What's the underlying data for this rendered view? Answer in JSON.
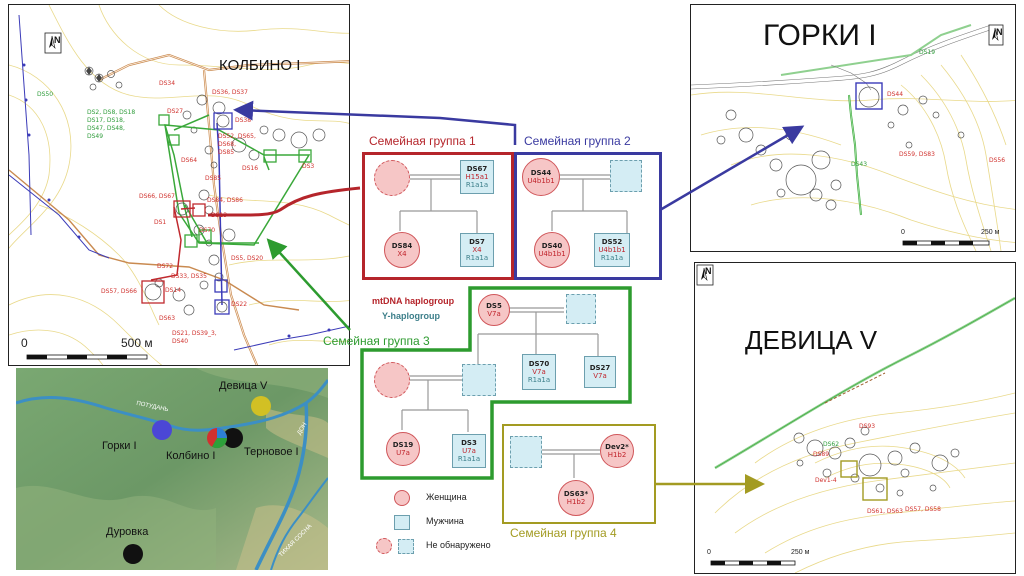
{
  "maps": {
    "kolbino": {
      "title": "КОЛБИНО I",
      "north": "N",
      "scale": {
        "zero": "0",
        "dist": "500 м"
      },
      "labels_red": [
        "DS34",
        "DS36, DS37",
        "DS27",
        "DS38",
        "DS52, DS65,",
        "DS68,",
        "DS85",
        "DS16",
        "DS3",
        "DS64",
        "DS85",
        "DS66, DS67",
        "DS84, DS86",
        "DS1",
        "DS13",
        "DS70",
        "DS5, DS20",
        "DS72",
        "DS33, DS35",
        "DS57, DS66",
        "DS14",
        "DS63",
        "DS21, DS39_3,",
        "DS40",
        "DS22"
      ],
      "labels_green": [
        "DS50",
        "DS2, DS8, DS18",
        "DS17, DS18,",
        "DS47, DS48,",
        "DS49"
      ]
    },
    "gorki": {
      "title": "ГОРКИ I",
      "north": "N",
      "scale": {
        "zero": "0",
        "dist": "250 м"
      },
      "labels_red": [
        "DS44",
        "DS59, DS83",
        "DS56"
      ],
      "labels_green": [
        "DS19",
        "DS43"
      ]
    },
    "devitsa": {
      "title": "ДЕВИЦА V",
      "north": "N",
      "scale": {
        "zero": "0",
        "dist": "250 м"
      },
      "labels_red": [
        "DS93",
        "DS89",
        "Dev1-4",
        "DS61, DS63",
        "DS57, DS58"
      ],
      "labels_green": [
        "DS62"
      ]
    },
    "overview": {
      "sites": [
        "Девица V",
        "Горки I",
        "Колбино I",
        "Терновое I",
        "Дуровка"
      ],
      "rivers": [
        "ПОТУДАНЬ",
        "ДОН",
        "ТИХАЯ СОСНА"
      ]
    }
  },
  "families": {
    "g1": {
      "title": "Семейная группа 1",
      "color": "#b5252b",
      "father": {
        "id": "DS67",
        "mt": "H15a1",
        "y": "R1a1a"
      },
      "child_f": {
        "id": "DS84",
        "mt": "X4"
      },
      "child_m": {
        "id": "DS7",
        "mt": "X4",
        "y": "R1a1a"
      }
    },
    "g2": {
      "title": "Семейная группа 2",
      "color": "#3a3aa0",
      "mother": {
        "id": "DS44",
        "mt": "U4b1b1"
      },
      "child_f": {
        "id": "DS40",
        "mt": "U4b1b1"
      },
      "child_m": {
        "id": "DS52",
        "mt": "U4b1b1",
        "y": "R1a1a"
      }
    },
    "g3": {
      "title": "Семейная группа 3",
      "color": "#2d9b2f",
      "grandmother": {
        "id": "DS5",
        "mt": "V7a"
      },
      "son": {
        "id": "DS70",
        "mt": "V7a",
        "y": "R1a1a"
      },
      "son2": {
        "id": "DS27",
        "mt": "V7a"
      },
      "child_f": {
        "id": "DS19",
        "mt": "U7a"
      },
      "child_m": {
        "id": "DS3",
        "mt": "U7a",
        "y": "R1a1a"
      }
    },
    "g4": {
      "title": "Семейная группа 4",
      "color": "#a39b22",
      "mother": {
        "id": "Dev2*",
        "mt": "H1b2"
      },
      "child": {
        "id": "DS63*",
        "mt": "H1b2"
      }
    }
  },
  "haplo_legend": {
    "mt": "mtDNA haplogroup",
    "y": "Y-haplogroup"
  },
  "legend": {
    "female": "Женщина",
    "male": "Мужчина",
    "unknown": "Не обнаружено"
  }
}
